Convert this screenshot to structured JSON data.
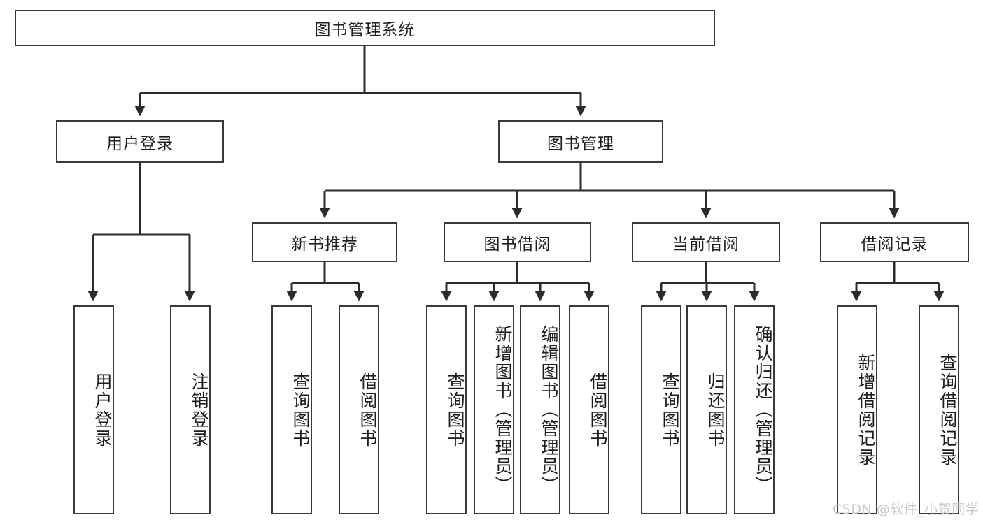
{
  "diagram": {
    "title_node": {
      "label": "图书管理系统"
    },
    "level1": [
      {
        "id": "user-login",
        "label": "用户登录"
      },
      {
        "id": "book-manage",
        "label": "图书管理"
      }
    ],
    "level2": [
      {
        "id": "new-book-recommend",
        "label": "新书推荐"
      },
      {
        "id": "book-borrow",
        "label": "图书借阅"
      },
      {
        "id": "current-borrow",
        "label": "当前借阅"
      },
      {
        "id": "borrow-record",
        "label": "借阅记录"
      }
    ],
    "leaves": [
      {
        "id": "leaf-user-login",
        "label": "用户登录",
        "parent": "user-login"
      },
      {
        "id": "leaf-logout-login",
        "label": "注销登录",
        "parent": "user-login"
      },
      {
        "id": "leaf-query-book-1",
        "label": "查询图书",
        "parent": "new-book-recommend"
      },
      {
        "id": "leaf-borrow-book-1",
        "label": "借阅图书",
        "parent": "new-book-recommend"
      },
      {
        "id": "leaf-query-book-2",
        "label": "查询图书",
        "parent": "book-borrow"
      },
      {
        "id": "leaf-add-book",
        "label": "新增图书（管理员）",
        "parent": "book-borrow"
      },
      {
        "id": "leaf-edit-book",
        "label": "编辑图书（管理员）",
        "parent": "book-borrow"
      },
      {
        "id": "leaf-borrow-book-2",
        "label": "借阅图书",
        "parent": "book-borrow"
      },
      {
        "id": "leaf-query-book-3",
        "label": "查询图书",
        "parent": "current-borrow"
      },
      {
        "id": "leaf-return-book",
        "label": "归还图书",
        "parent": "current-borrow"
      },
      {
        "id": "leaf-confirm-return",
        "label": "确认归还（管理员）",
        "parent": "current-borrow"
      },
      {
        "id": "leaf-add-borrow-record",
        "label": "新增借阅记录",
        "parent": "borrow-record"
      },
      {
        "id": "leaf-query-borrow-record",
        "label": "查询借阅记录",
        "parent": "borrow-record"
      }
    ],
    "colors": {
      "box_border": "#3a3a3a",
      "box_fill": "#ffffff",
      "connector": "#2b2b2b",
      "text": "#1d1d1d",
      "watermark": "#c9c9c9",
      "background": "#ffffff"
    }
  },
  "watermark": {
    "text": "CSDN @软件_小贺同学"
  }
}
